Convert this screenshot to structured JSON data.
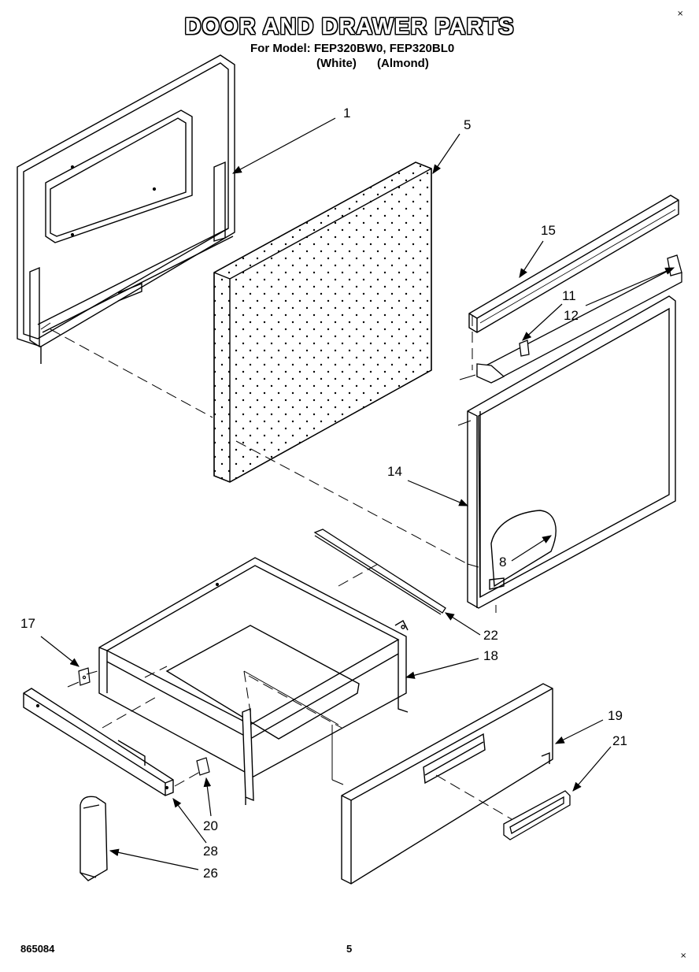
{
  "header": {
    "title": "DOOR AND DRAWER PARTS",
    "model_line": "For Model: FEP320BW0, FEP320BL0",
    "variant_white": "(White)",
    "variant_almond": "(Almond)"
  },
  "callouts": [
    "1",
    "5",
    "15",
    "11",
    "12",
    "14",
    "8",
    "17",
    "22",
    "18",
    "19",
    "21",
    "20",
    "28",
    "26"
  ],
  "footer": {
    "doc_number": "865084",
    "page_number": "5"
  }
}
